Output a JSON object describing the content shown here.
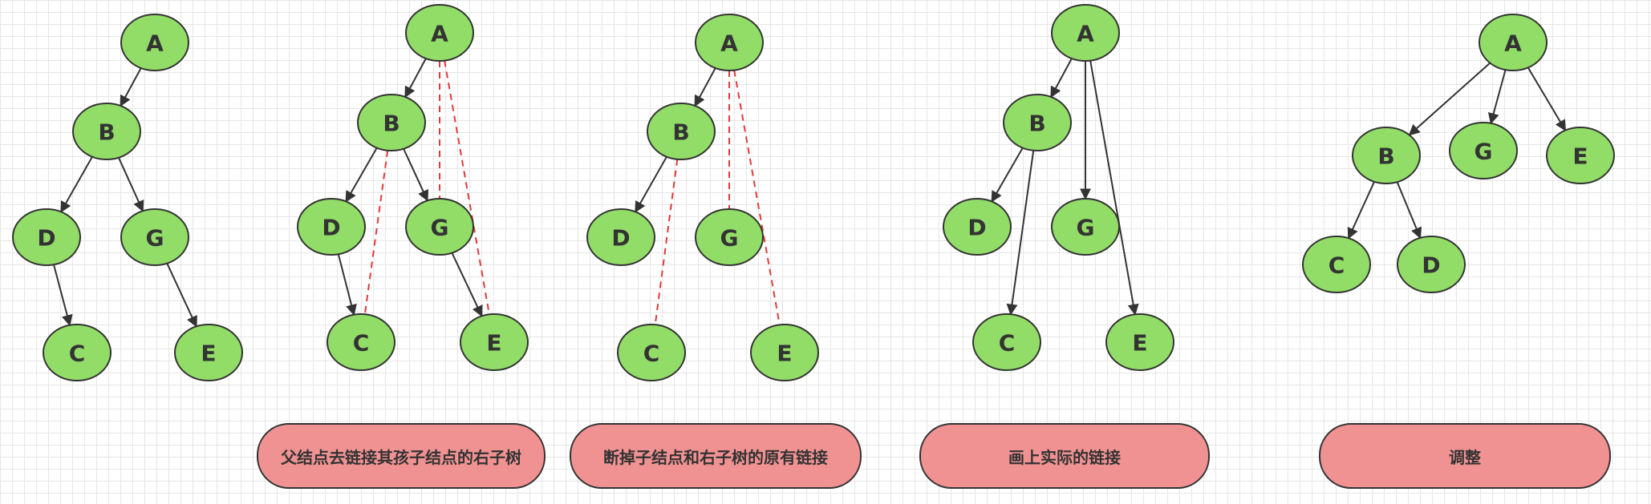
{
  "colors": {
    "node_fill": "#92dd67",
    "stroke": "#333333",
    "dashed_link": "#e03a3a",
    "caption_fill": "#f19292",
    "grid": "#e6e6e6"
  },
  "panels": [
    {
      "id": "original",
      "nodes": [
        {
          "id": "A",
          "label": "A"
        },
        {
          "id": "B",
          "label": "B"
        },
        {
          "id": "D",
          "label": "D"
        },
        {
          "id": "G",
          "label": "G"
        },
        {
          "id": "C",
          "label": "C"
        },
        {
          "id": "E",
          "label": "E"
        }
      ],
      "edges": [
        {
          "from": "A",
          "to": "B",
          "style": "solid"
        },
        {
          "from": "B",
          "to": "D",
          "style": "solid"
        },
        {
          "from": "B",
          "to": "G",
          "style": "solid"
        },
        {
          "from": "D",
          "to": "C",
          "style": "solid"
        },
        {
          "from": "G",
          "to": "E",
          "style": "solid"
        }
      ]
    },
    {
      "id": "step1",
      "caption": "父结点去链接其孩子结点的右子树",
      "nodes": [
        {
          "id": "A",
          "label": "A"
        },
        {
          "id": "B",
          "label": "B"
        },
        {
          "id": "D",
          "label": "D"
        },
        {
          "id": "G",
          "label": "G"
        },
        {
          "id": "C",
          "label": "C"
        },
        {
          "id": "E",
          "label": "E"
        }
      ],
      "edges": [
        {
          "from": "A",
          "to": "B",
          "style": "solid"
        },
        {
          "from": "B",
          "to": "D",
          "style": "solid"
        },
        {
          "from": "B",
          "to": "G",
          "style": "solid"
        },
        {
          "from": "D",
          "to": "C",
          "style": "solid"
        },
        {
          "from": "G",
          "to": "E",
          "style": "solid"
        },
        {
          "from": "B",
          "to": "C",
          "style": "dashed"
        },
        {
          "from": "A",
          "to": "G",
          "style": "dashed"
        },
        {
          "from": "A",
          "to": "E",
          "style": "dashed"
        }
      ]
    },
    {
      "id": "step2",
      "caption": "断掉子结点和右子树的原有链接",
      "nodes": [
        {
          "id": "A",
          "label": "A"
        },
        {
          "id": "B",
          "label": "B"
        },
        {
          "id": "D",
          "label": "D"
        },
        {
          "id": "G",
          "label": "G"
        },
        {
          "id": "C",
          "label": "C"
        },
        {
          "id": "E",
          "label": "E"
        }
      ],
      "edges": [
        {
          "from": "A",
          "to": "B",
          "style": "solid"
        },
        {
          "from": "B",
          "to": "D",
          "style": "solid"
        },
        {
          "from": "B",
          "to": "C",
          "style": "dashed"
        },
        {
          "from": "A",
          "to": "G",
          "style": "dashed"
        },
        {
          "from": "A",
          "to": "E",
          "style": "dashed"
        }
      ]
    },
    {
      "id": "step3",
      "caption": "画上实际的链接",
      "nodes": [
        {
          "id": "A",
          "label": "A"
        },
        {
          "id": "B",
          "label": "B"
        },
        {
          "id": "D",
          "label": "D"
        },
        {
          "id": "G",
          "label": "G"
        },
        {
          "id": "C",
          "label": "C"
        },
        {
          "id": "E",
          "label": "E"
        }
      ],
      "edges": [
        {
          "from": "A",
          "to": "B",
          "style": "solid"
        },
        {
          "from": "A",
          "to": "G",
          "style": "solid"
        },
        {
          "from": "A",
          "to": "E",
          "style": "solid"
        },
        {
          "from": "B",
          "to": "D",
          "style": "solid"
        },
        {
          "from": "B",
          "to": "C",
          "style": "solid"
        }
      ]
    },
    {
      "id": "step4",
      "caption": "调整",
      "nodes": [
        {
          "id": "A",
          "label": "A"
        },
        {
          "id": "B",
          "label": "B"
        },
        {
          "id": "G",
          "label": "G"
        },
        {
          "id": "E",
          "label": "E"
        },
        {
          "id": "C",
          "label": "C"
        },
        {
          "id": "D",
          "label": "D"
        }
      ],
      "edges": [
        {
          "from": "A",
          "to": "B",
          "style": "solid"
        },
        {
          "from": "A",
          "to": "G",
          "style": "solid"
        },
        {
          "from": "A",
          "to": "E",
          "style": "solid"
        },
        {
          "from": "B",
          "to": "C",
          "style": "solid"
        },
        {
          "from": "B",
          "to": "D",
          "style": "solid"
        }
      ]
    }
  ]
}
